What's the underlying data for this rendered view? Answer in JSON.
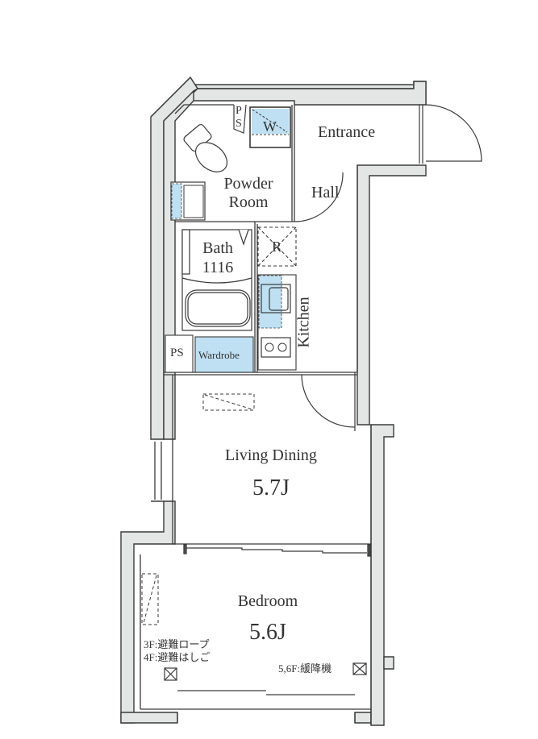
{
  "colors": {
    "wall_fill": "#e4e6e6",
    "line": "#3a3a3a",
    "fixture_blue": "#bfe0f2"
  },
  "rooms": {
    "entrance": {
      "label": "Entrance"
    },
    "hall": {
      "label": "Hall"
    },
    "powder_room": {
      "label_line1": "Powder",
      "label_line2": "Room"
    },
    "bath": {
      "label_line1": "Bath",
      "label_line2": "1116"
    },
    "kitchen": {
      "label": "Kitchen"
    },
    "living_dining": {
      "label": "Living Dining",
      "size": "5.7J"
    },
    "bedroom": {
      "label": "Bedroom",
      "size": "5.6J"
    }
  },
  "fixtures": {
    "ps_top": {
      "line1": "P",
      "line2": "S"
    },
    "washer": {
      "label": "W"
    },
    "refrigerator": {
      "label": "R"
    },
    "ps_lower": {
      "label": "PS"
    },
    "wardrobe": {
      "label": "Wardrobe"
    }
  },
  "notes": {
    "escape_left_line1": "3F:避難ロープ",
    "escape_left_line2": "4F:避難はしご",
    "escape_right": "5,6F:緩降機"
  }
}
